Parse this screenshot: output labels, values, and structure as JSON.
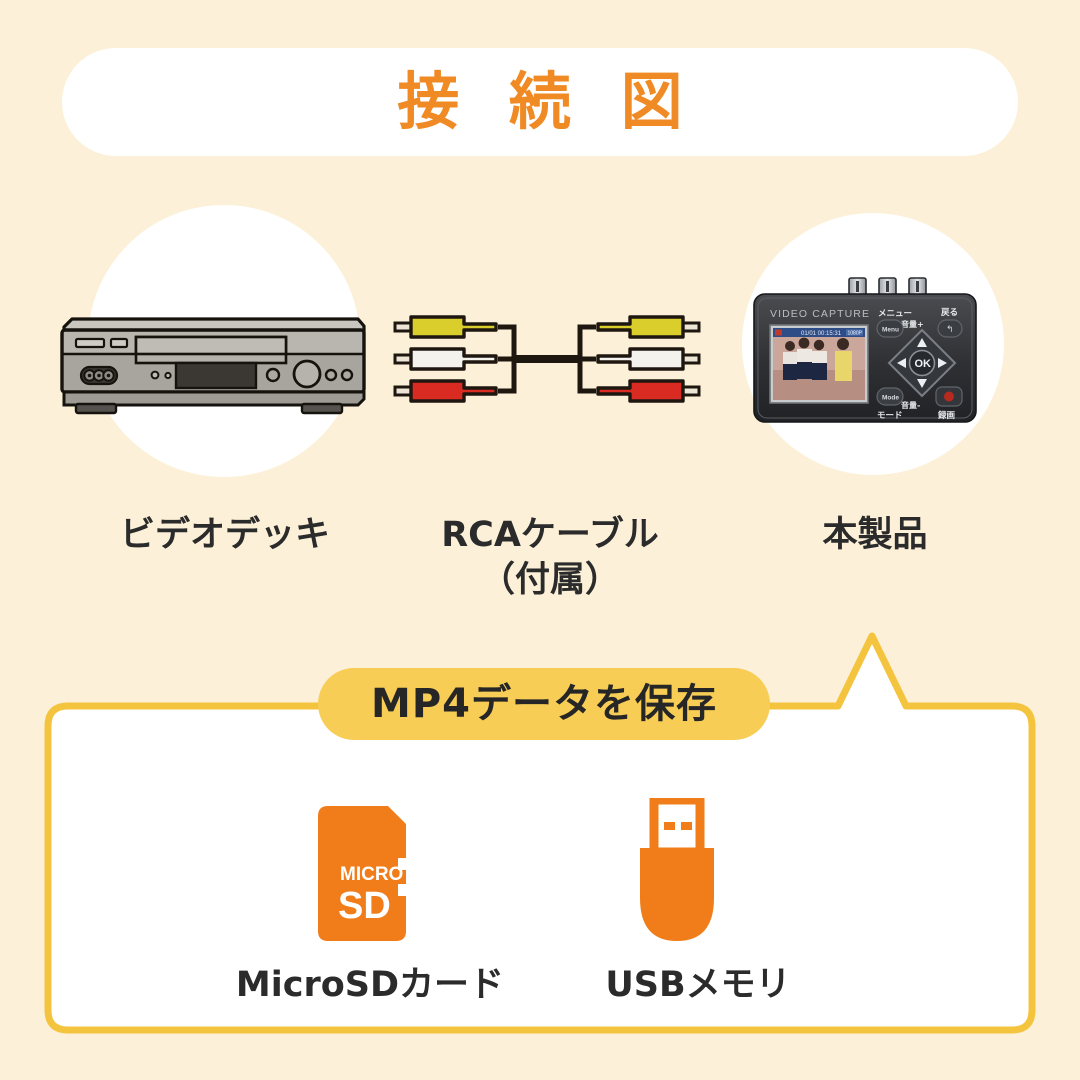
{
  "page": {
    "background_color": "#FCF1D8",
    "accent_orange": "#F08A24",
    "accent_yellow": "#F5C43F",
    "badge_yellow": "#F7CD55",
    "text_dark": "#2B2B2B"
  },
  "header": {
    "title": "接 続 図"
  },
  "flow": {
    "items": [
      {
        "id": "vcr",
        "label": "ビデオデッキ",
        "sublabel": ""
      },
      {
        "id": "cable",
        "label": "RCAケーブル",
        "sublabel": "（付属）"
      },
      {
        "id": "device",
        "label": "本製品",
        "sublabel": ""
      }
    ]
  },
  "device_panel": {
    "brand_text": "VIDEO CAPTURE",
    "screen": {
      "timecode": "01/01 00:15:31",
      "quality": "1080P"
    },
    "buttons": [
      {
        "key": "menu",
        "face": "Menu",
        "caption": "メニュー"
      },
      {
        "key": "back",
        "face": "↰",
        "caption": "戻る"
      },
      {
        "key": "mode",
        "face": "Mode",
        "caption": "モード"
      },
      {
        "key": "record",
        "face": "●",
        "caption": "録画"
      },
      {
        "key": "ok",
        "face": "OK",
        "caption": ""
      }
    ],
    "dpad_captions": {
      "up": "音量＋",
      "down": "音量－"
    },
    "ports": [
      "rca-jack-yellow",
      "rca-jack-white",
      "rca-jack-red"
    ]
  },
  "cable": {
    "connector_colors": [
      "#D9CE2B",
      "#F2F2F2",
      "#D92B22"
    ],
    "cable_color": "#1E1710"
  },
  "save_section": {
    "badge_label": "MP4データを保存",
    "storage": [
      {
        "id": "microsd",
        "label": "MicroSDカード",
        "icon": "microsd-card-icon",
        "icon_text_top": "MICRO",
        "icon_text_bottom": "SD"
      },
      {
        "id": "usb",
        "label": "USBメモリ",
        "icon": "usb-drive-icon"
      }
    ]
  }
}
